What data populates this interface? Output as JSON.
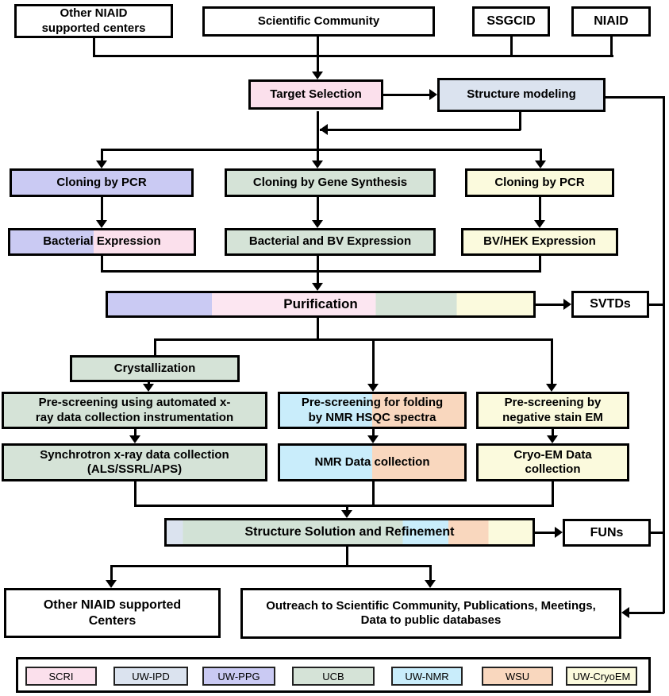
{
  "nodes": {
    "other_niaid_top": "Other NIAID supported centers",
    "scientific_community": "Scientific Community",
    "ssgcid": "SSGCID",
    "niaid": "NIAID",
    "target_selection": "Target Selection",
    "structure_modeling": "Structure modeling",
    "cloning_pcr_left": "Cloning by PCR",
    "cloning_gene_synthesis": "Cloning by Gene Synthesis",
    "cloning_pcr_right": "Cloning by PCR",
    "bacterial_expression": "Bacterial Expression",
    "bacterial_bv_expression": "Bacterial and BV Expression",
    "bv_hek_expression": "BV/HEK Expression",
    "purification": "Purification",
    "svtds": "SVTDs",
    "crystallization": "Crystallization",
    "prescreen_xray": "Pre-screening using automated x-ray data collection instrumentation",
    "prescreen_nmr": "Pre-screening for folding by NMR HSQC spectra",
    "prescreen_em": "Pre-screening by negative stain EM",
    "synchrotron_xray": "Synchrotron x-ray data collection (ALS/SSRL/APS)",
    "nmr_data_collection": "NMR Data collection",
    "cryoem_data_collection": "Cryo-EM Data collection",
    "structure_solution": "Structure Solution and Refinement",
    "funs": "FUNs",
    "other_niaid_bottom": "Other NIAID supported Centers",
    "outreach": "Outreach to Scientific Community, Publications, Meetings, Data to public databases"
  },
  "palette": {
    "SCRI": "#fbe0ec",
    "UW-IPD": "#dbe3ef",
    "UW-PPG": "#cacaf3",
    "UCB": "#d5e3d7",
    "UW-NMR": "#c9edfb",
    "WSU": "#f9d7be",
    "UW-CryoEM": "#fbfadd",
    "white": "#ffffff"
  },
  "legend": {
    "items": [
      {
        "label": "SCRI",
        "color_key": "SCRI"
      },
      {
        "label": "UW-IPD",
        "color_key": "UW-IPD"
      },
      {
        "label": "UW-PPG",
        "color_key": "UW-PPG"
      },
      {
        "label": "UCB",
        "color_key": "UCB"
      },
      {
        "label": "UW-NMR",
        "color_key": "UW-NMR"
      },
      {
        "label": "WSU",
        "color_key": "WSU"
      },
      {
        "label": "UW-CryoEM",
        "color_key": "UW-CryoEM"
      }
    ]
  }
}
